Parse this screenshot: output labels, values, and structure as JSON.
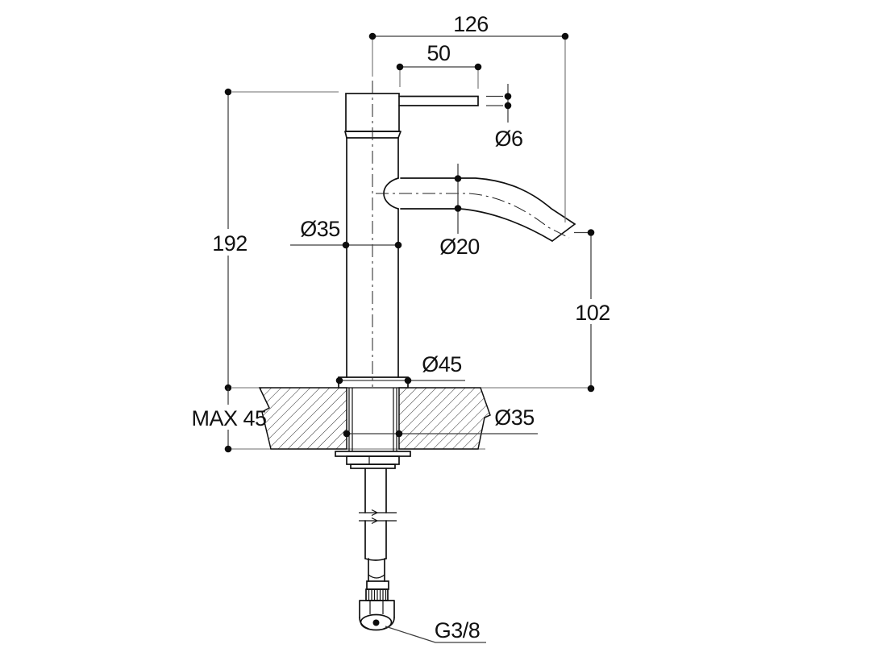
{
  "drawing": {
    "type": "technical-dimension-drawing",
    "subject": "single-lever basin mixer tap, side elevation with deck section and supply connection",
    "background_color": "#ffffff",
    "line_color": "#111111",
    "dimension_line_color": "#3d3d3d"
  },
  "dims": {
    "overall_width": "126",
    "handle_length": "50",
    "handle_diameter": "Ø6",
    "body_height": "192",
    "body_diameter": "Ø35",
    "spout_diameter": "Ø20",
    "spout_height": "102",
    "base_diameter": "Ø45",
    "max_deck_thickness": "MAX 45",
    "shank_hole_diameter": "Ø35",
    "connection_thread": "G3/8"
  }
}
